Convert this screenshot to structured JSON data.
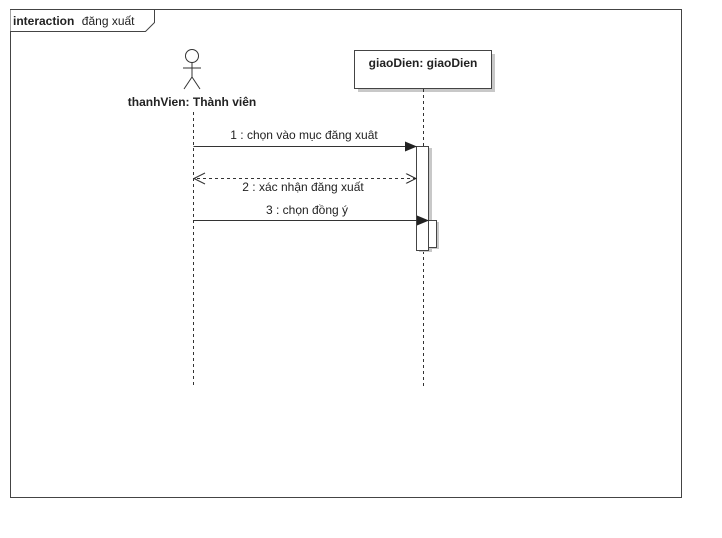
{
  "frame": {
    "keyword": "interaction",
    "name": "đăng xuất"
  },
  "participants": [
    {
      "id": "actor",
      "kind": "actor",
      "label": "thanhVien: Thành viên"
    },
    {
      "id": "ui",
      "kind": "object",
      "label": "giaoDien: giaoDien"
    }
  ],
  "messages": [
    {
      "label": "1 : chọn vào mục đăng xuât",
      "kind": "sync"
    },
    {
      "label": "2 : xác nhận đăng xuất",
      "kind": "return"
    },
    {
      "label": "3 : chọn đồng ý",
      "kind": "sync"
    }
  ],
  "colors": {
    "line": "#333333",
    "box_border": "#444444",
    "box_fill": "#ffffff",
    "shadow": "#c8c8c8"
  }
}
